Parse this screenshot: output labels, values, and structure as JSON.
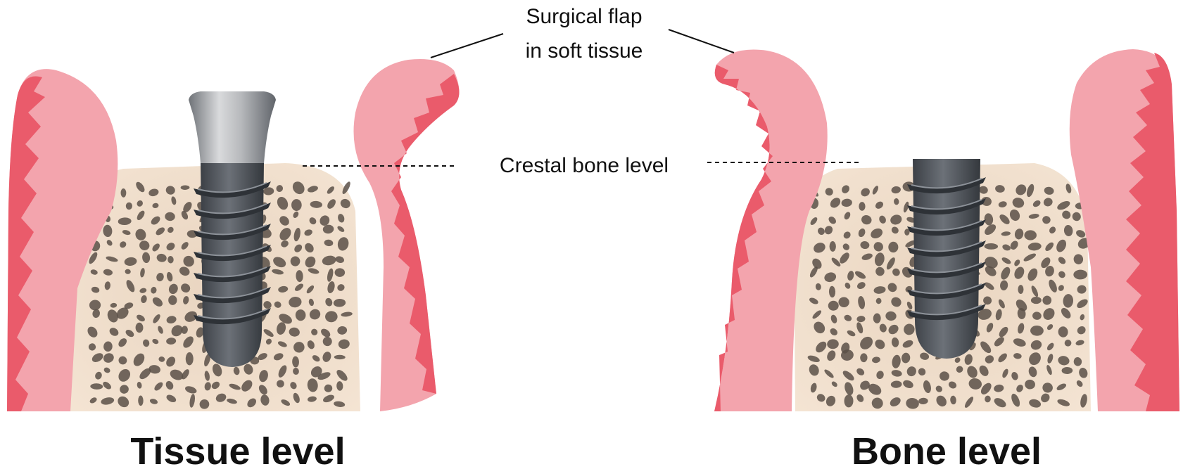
{
  "labels": {
    "flap_line1": "Surgical flap",
    "flap_line2": "in soft tissue",
    "crestal": "Crestal bone level",
    "left_title": "Tissue level",
    "right_title": "Bone level"
  },
  "colors": {
    "gum_light": "#f3a4ad",
    "gum_dark": "#ea5b6b",
    "bone": "#efdcc9",
    "bone_pore": "#5b5048",
    "implant_collar": "#a9aaad",
    "implant_body": "#555a61",
    "text": "#111111"
  }
}
